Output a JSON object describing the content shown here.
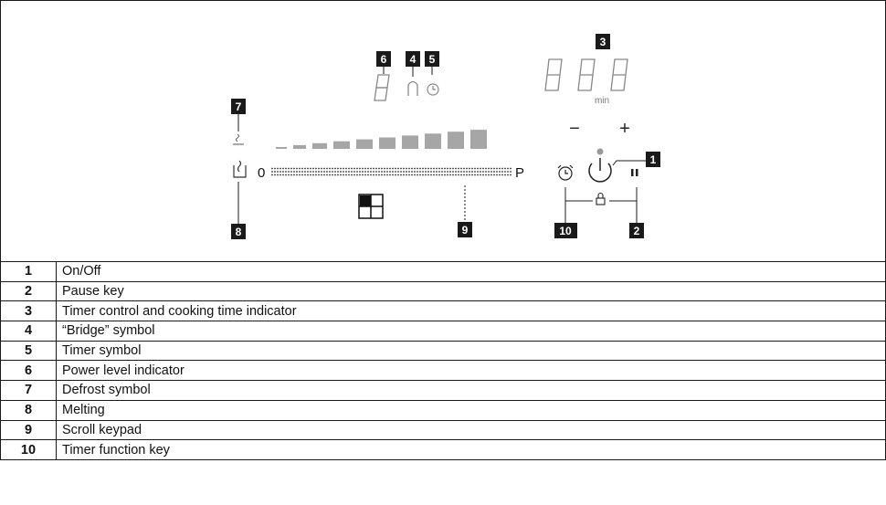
{
  "diagram": {
    "callouts": [
      "1",
      "2",
      "3",
      "4",
      "5",
      "6",
      "7",
      "8",
      "9",
      "10"
    ],
    "scale_start": "0",
    "scale_end": "P",
    "timer_unit": "min",
    "minus": "−",
    "plus": "+",
    "colors": {
      "callout_bg": "#1a1a1a",
      "callout_fg": "#ffffff",
      "segment_grey": "#a6a6a6",
      "bar_grey": "#8a8a8a",
      "line": "#1a1a1a"
    },
    "icons": [
      "defrost-icon",
      "melting-icon",
      "bridge-icon",
      "timer-symbol-icon",
      "alarm-clock-icon",
      "power-icon",
      "pause-icon",
      "lock-icon",
      "zone-icon"
    ]
  },
  "legend": [
    {
      "num": "1",
      "label": "On/Off"
    },
    {
      "num": "2",
      "label": "Pause key"
    },
    {
      "num": "3",
      "label": "Timer control and cooking time indicator"
    },
    {
      "num": "4",
      "label": "“Bridge” symbol"
    },
    {
      "num": "5",
      "label": "Timer symbol"
    },
    {
      "num": "6",
      "label": "Power level indicator"
    },
    {
      "num": "7",
      "label": "Defrost symbol"
    },
    {
      "num": "8",
      "label": "Melting"
    },
    {
      "num": "9",
      "label": "Scroll keypad"
    },
    {
      "num": "10",
      "label": "Timer function key"
    }
  ]
}
